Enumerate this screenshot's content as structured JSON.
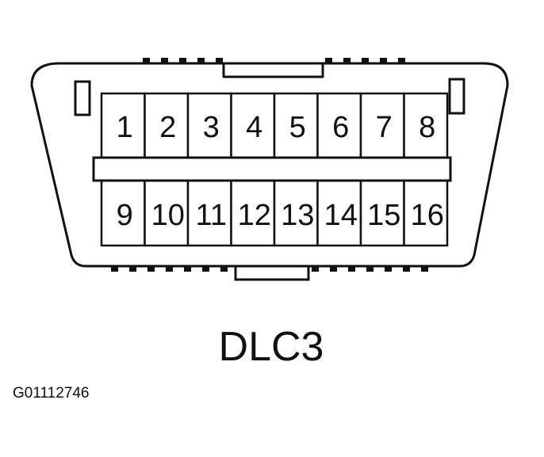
{
  "connector": {
    "name": "DLC3",
    "pins_top": [
      "1",
      "2",
      "3",
      "4",
      "5",
      "6",
      "7",
      "8"
    ],
    "pins_bottom": [
      "9",
      "10",
      "11",
      "12",
      "13",
      "14",
      "15",
      "16"
    ]
  },
  "figure_code": "G01112746"
}
